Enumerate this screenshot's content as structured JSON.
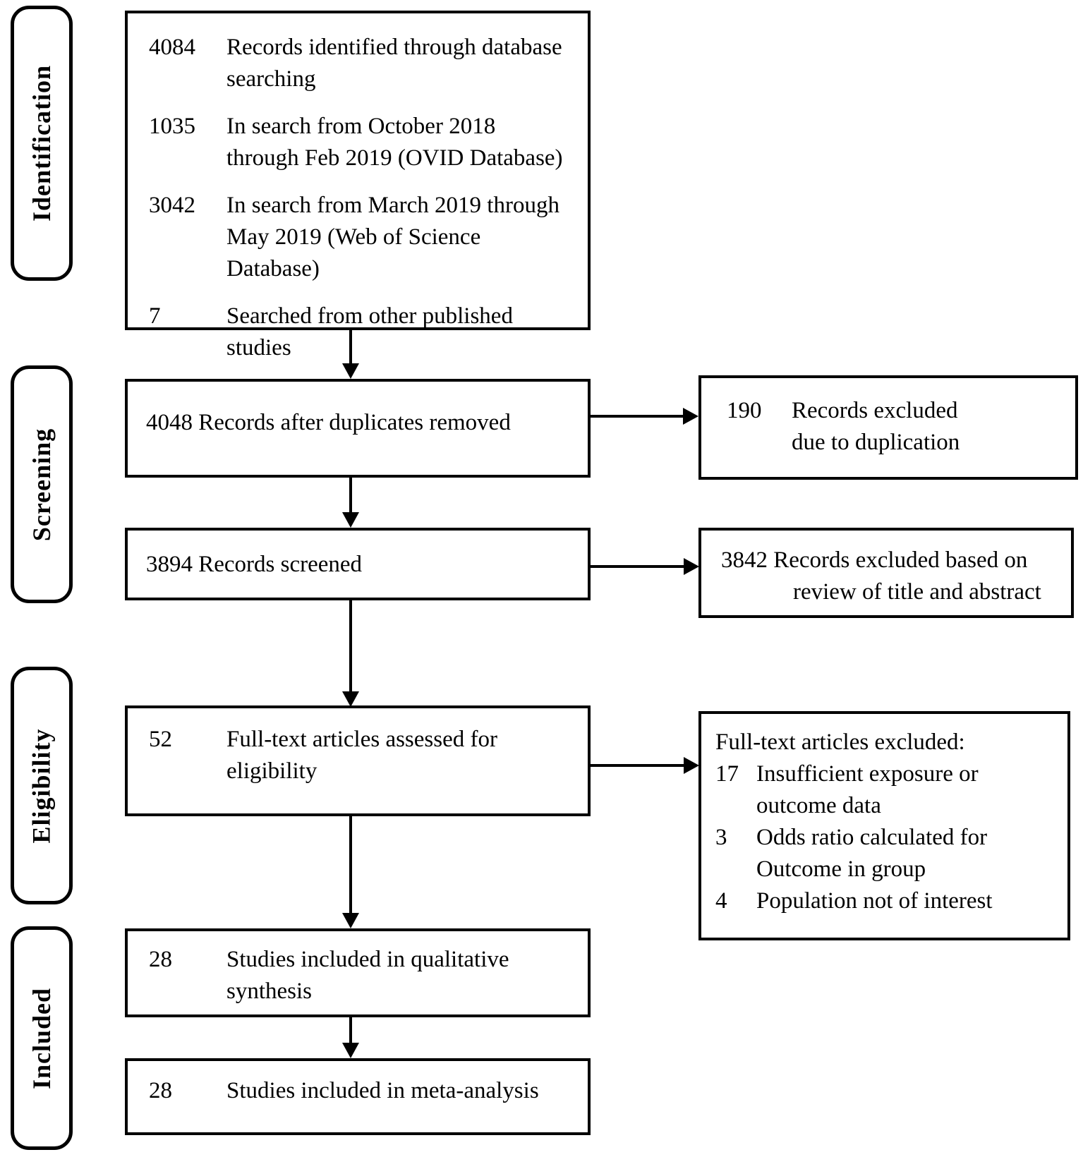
{
  "stages": [
    {
      "label": "Identification"
    },
    {
      "label": "Screening"
    },
    {
      "label": "Eligibility"
    },
    {
      "label": "Included"
    }
  ],
  "identification_box": {
    "items": [
      {
        "count": "4084",
        "lines": [
          "Records identified through database",
          "searching"
        ]
      },
      {
        "count": "1035",
        "lines": [
          "In search from October 2018",
          "through Feb 2019 (OVID Database)"
        ]
      },
      {
        "count": "3042",
        "lines": [
          "In search from March 2019 through",
          "May 2019 (Web of Science",
          "Database)"
        ]
      },
      {
        "count": "7",
        "lines": [
          "Searched from other published",
          "studies"
        ]
      }
    ]
  },
  "duplicates_removed_box": {
    "text": "4048 Records after duplicates removed"
  },
  "records_screened_box": {
    "text": "3894 Records screened"
  },
  "fulltext_assessed_box": {
    "count": "52",
    "lines": [
      "Full-text articles assessed for",
      "eligibility"
    ]
  },
  "qualitative_box": {
    "count": "28",
    "lines": [
      "Studies included in qualitative",
      "synthesis"
    ]
  },
  "meta_analysis_box": {
    "count": "28",
    "lines": [
      "Studies included in meta-analysis"
    ]
  },
  "excluded_duplication_box": {
    "count": "190",
    "lines": [
      "Records excluded",
      "due to duplication"
    ]
  },
  "excluded_screening_box": {
    "lines": [
      "3842 Records excluded based on",
      "review of title and abstract"
    ]
  },
  "excluded_fulltext_box": {
    "title": "Full-text articles excluded:",
    "items": [
      {
        "count": "17",
        "lines": [
          "Insufficient exposure or",
          "outcome data"
        ]
      },
      {
        "count": "3",
        "lines": [
          "Odds ratio calculated for",
          "Outcome in group"
        ]
      },
      {
        "count": "4",
        "lines": [
          "Population not of interest"
        ]
      }
    ]
  }
}
